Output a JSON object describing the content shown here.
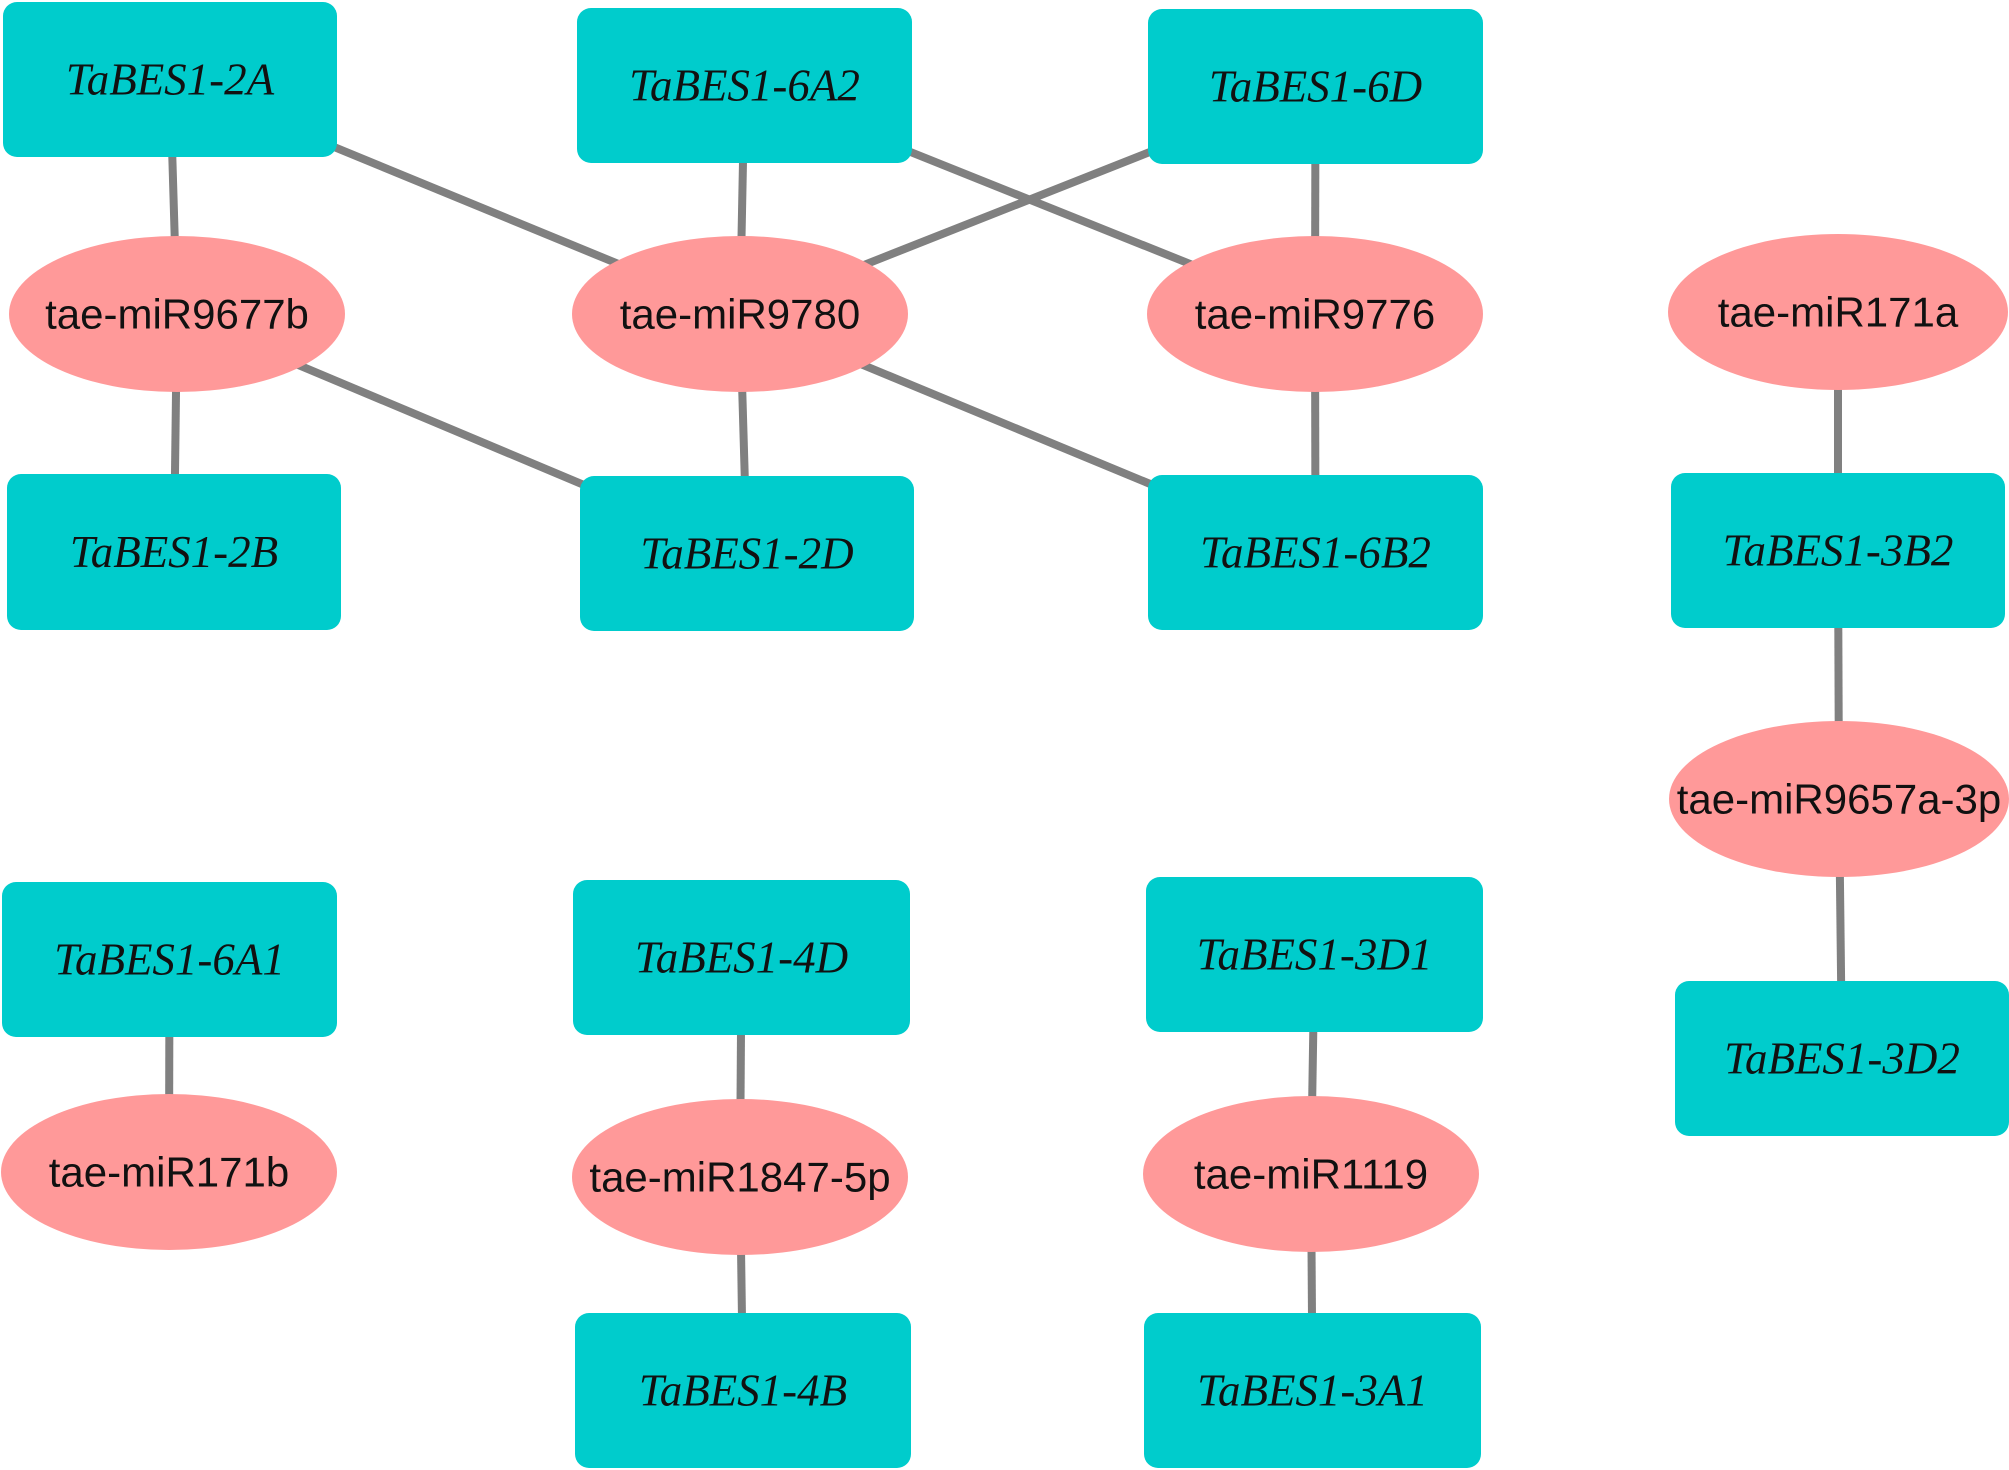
{
  "colors": {
    "gene": "#00CCCC",
    "mirna": "#FF9999",
    "edge": "#808080",
    "text": "#111111"
  },
  "genes": [
    {
      "id": "g2A",
      "label": "TaBES1-2A"
    },
    {
      "id": "g6A2",
      "label": "TaBES1-6A2"
    },
    {
      "id": "g6D",
      "label": "TaBES1-6D"
    },
    {
      "id": "g2B",
      "label": "TaBES1-2B"
    },
    {
      "id": "g2D",
      "label": "TaBES1-2D"
    },
    {
      "id": "g6B2",
      "label": "TaBES1-6B2"
    },
    {
      "id": "g3B2",
      "label": "TaBES1-3B2"
    },
    {
      "id": "g6A1",
      "label": "TaBES1-6A1"
    },
    {
      "id": "g4D",
      "label": "TaBES1-4D"
    },
    {
      "id": "g3D1",
      "label": "TaBES1-3D1"
    },
    {
      "id": "g3D2",
      "label": "TaBES1-3D2"
    },
    {
      "id": "g4B",
      "label": "TaBES1-4B"
    },
    {
      "id": "g3A1",
      "label": "TaBES1-3A1"
    }
  ],
  "mirnas": [
    {
      "id": "m9677b",
      "label": "tae-miR9677b"
    },
    {
      "id": "m9780",
      "label": "tae-miR9780"
    },
    {
      "id": "m9776",
      "label": "tae-miR9776"
    },
    {
      "id": "m171a",
      "label": "tae-miR171a"
    },
    {
      "id": "m9657",
      "label": "tae-miR9657a-3p"
    },
    {
      "id": "m171b",
      "label": "tae-miR171b"
    },
    {
      "id": "m1847",
      "label": "tae-miR1847-5p"
    },
    {
      "id": "m1119",
      "label": "tae-miR1119"
    }
  ],
  "edges": [
    [
      "g2A",
      "m9677b"
    ],
    [
      "g2A",
      "m9780"
    ],
    [
      "g6A2",
      "m9780"
    ],
    [
      "g6A2",
      "m9776"
    ],
    [
      "g6D",
      "m9780"
    ],
    [
      "g6D",
      "m9776"
    ],
    [
      "m9677b",
      "g2B"
    ],
    [
      "m9677b",
      "g2D"
    ],
    [
      "m9780",
      "g2D"
    ],
    [
      "m9780",
      "g6B2"
    ],
    [
      "m9776",
      "g6B2"
    ],
    [
      "m171a",
      "g3B2"
    ],
    [
      "g3B2",
      "m9657"
    ],
    [
      "m9657",
      "g3D2"
    ],
    [
      "g6A1",
      "m171b"
    ],
    [
      "g4D",
      "m1847"
    ],
    [
      "m1847",
      "g4B"
    ],
    [
      "g3D1",
      "m1119"
    ],
    [
      "m1119",
      "g3A1"
    ]
  ]
}
